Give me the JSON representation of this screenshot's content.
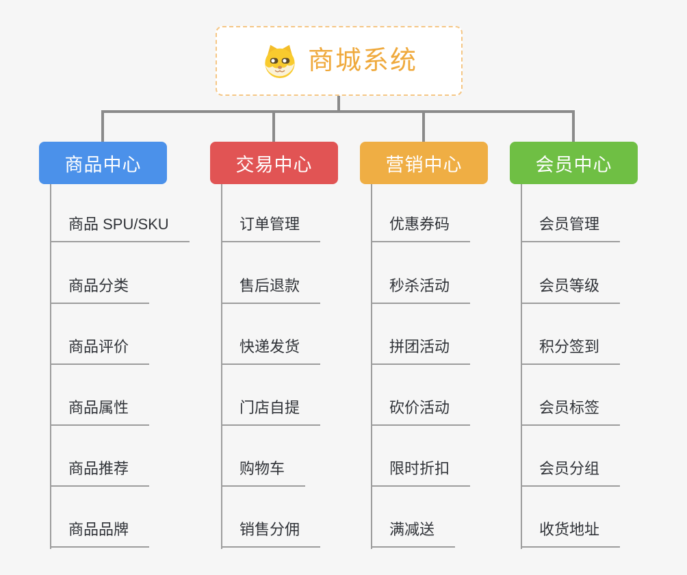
{
  "root": {
    "title": "商城系统",
    "icon": "doge-icon"
  },
  "branches": [
    {
      "label": "商品中心",
      "color": "#4B91EA",
      "items": [
        "商品 SPU/SKU",
        "商品分类",
        "商品评价",
        "商品属性",
        "商品推荐",
        "商品品牌"
      ]
    },
    {
      "label": "交易中心",
      "color": "#E15454",
      "items": [
        "订单管理",
        "售后退款",
        "快递发货",
        "门店自提",
        "购物车",
        "销售分佣"
      ]
    },
    {
      "label": "营销中心",
      "color": "#EFAE44",
      "items": [
        "优惠券码",
        "秒杀活动",
        "拼团活动",
        "砍价活动",
        "限时折扣",
        "满减送"
      ]
    },
    {
      "label": "会员中心",
      "color": "#6FBF44",
      "items": [
        "会员管理",
        "会员等级",
        "积分签到",
        "会员标签",
        "会员分组",
        "收货地址"
      ]
    }
  ],
  "colors": {
    "background": "#F6F6F6",
    "connector": "#8A8A8A",
    "branch_line": "#9C9C9C",
    "title_text": "#EFA93C",
    "title_border": "#F5C684",
    "leaf_text": "#2F3237"
  }
}
